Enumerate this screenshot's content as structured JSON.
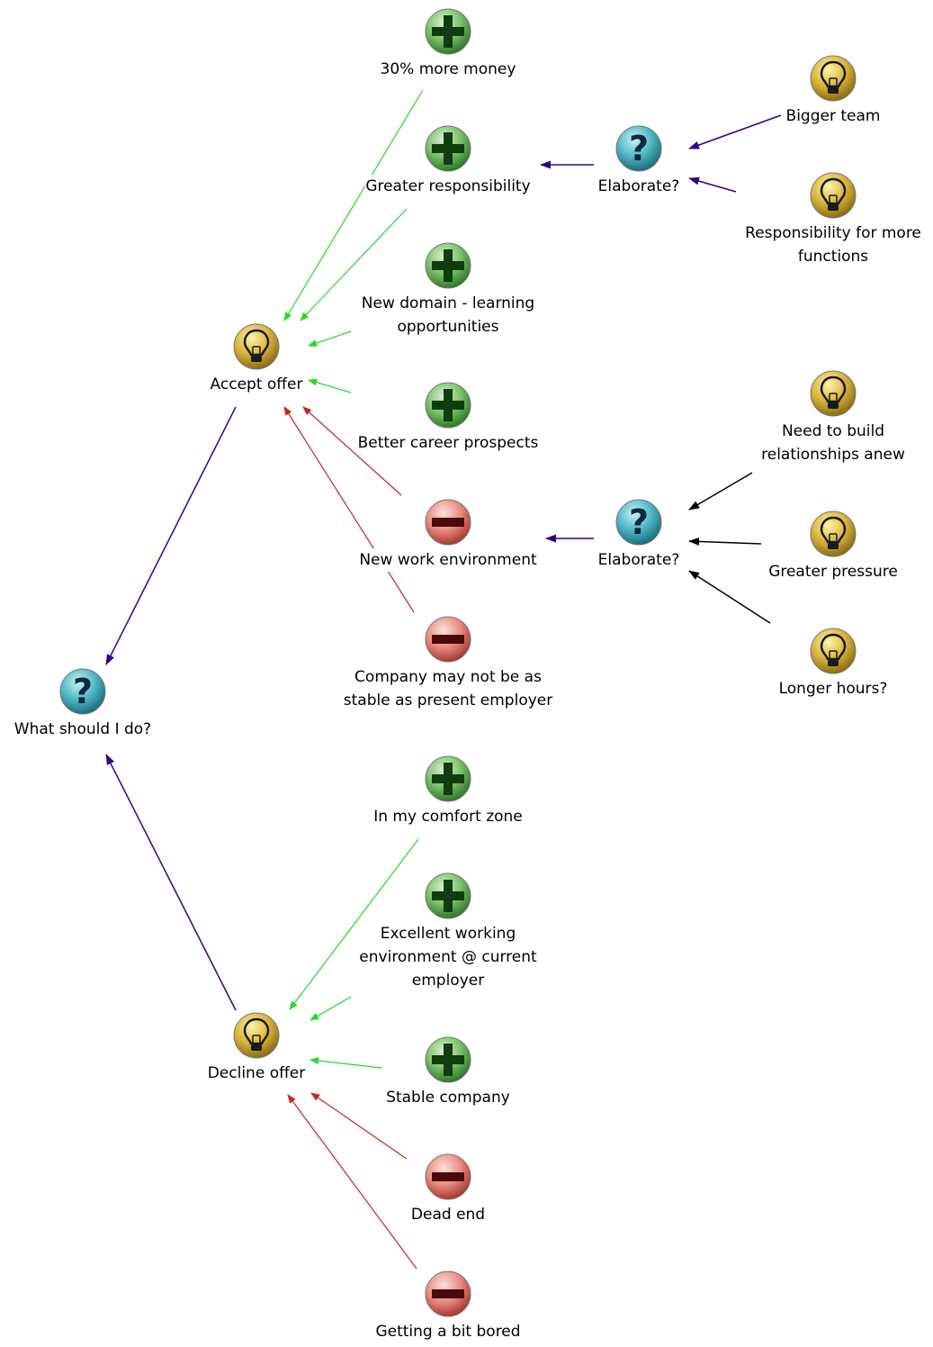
{
  "colors": {
    "supports": "#22dd22",
    "opposes": "#cc2222",
    "responds": "#330088",
    "relates": "#000000"
  },
  "nodes": [
    {
      "id": "root",
      "type": "question",
      "icon": "question-icon",
      "label": "What should I do?"
    },
    {
      "id": "accept",
      "type": "idea",
      "icon": "lightbulb-icon",
      "label": "Accept offer"
    },
    {
      "id": "decline",
      "type": "idea",
      "icon": "lightbulb-icon",
      "label": "Decline offer"
    },
    {
      "id": "money",
      "type": "pro",
      "icon": "plus-icon",
      "label": "30% more money"
    },
    {
      "id": "resp",
      "type": "pro",
      "icon": "plus-icon",
      "label": "Greater responsibility"
    },
    {
      "id": "domain",
      "type": "pro",
      "icon": "plus-icon",
      "label": "New domain - learning\nopportunities"
    },
    {
      "id": "career",
      "type": "pro",
      "icon": "plus-icon",
      "label": "Better career prospects"
    },
    {
      "id": "newenv",
      "type": "con",
      "icon": "minus-icon",
      "label": "New work environment"
    },
    {
      "id": "stable_con",
      "type": "con",
      "icon": "minus-icon",
      "label": "Company may not be as\nstable as present employer"
    },
    {
      "id": "elab1",
      "type": "question",
      "icon": "question-icon",
      "label": "Elaborate?"
    },
    {
      "id": "bigteam",
      "type": "idea",
      "icon": "lightbulb-icon",
      "label": "Bigger team"
    },
    {
      "id": "morefunc",
      "type": "idea",
      "icon": "lightbulb-icon",
      "label": "Responsibility for more\nfunctions"
    },
    {
      "id": "elab2",
      "type": "question",
      "icon": "question-icon",
      "label": "Elaborate?"
    },
    {
      "id": "relations",
      "type": "idea",
      "icon": "lightbulb-icon",
      "label": "Need to build\nrelationships anew"
    },
    {
      "id": "pressure",
      "type": "idea",
      "icon": "lightbulb-icon",
      "label": "Greater pressure"
    },
    {
      "id": "hours",
      "type": "idea",
      "icon": "lightbulb-icon",
      "label": "Longer hours?"
    },
    {
      "id": "comfort",
      "type": "pro",
      "icon": "plus-icon",
      "label": "In my comfort zone"
    },
    {
      "id": "excellent",
      "type": "pro",
      "icon": "plus-icon",
      "label": "Excellent working\nenvironment @ current\nemployer"
    },
    {
      "id": "stablepro",
      "type": "pro",
      "icon": "plus-icon",
      "label": "Stable company"
    },
    {
      "id": "deadend",
      "type": "con",
      "icon": "minus-icon",
      "label": "Dead end"
    },
    {
      "id": "bored",
      "type": "con",
      "icon": "minus-icon",
      "label": "Getting a bit bored"
    }
  ],
  "edges": [
    {
      "from": "accept",
      "to": "root",
      "kind": "responds"
    },
    {
      "from": "decline",
      "to": "root",
      "kind": "responds"
    },
    {
      "from": "money",
      "to": "accept",
      "kind": "supports"
    },
    {
      "from": "resp",
      "to": "accept",
      "kind": "supports"
    },
    {
      "from": "domain",
      "to": "accept",
      "kind": "supports"
    },
    {
      "from": "career",
      "to": "accept",
      "kind": "supports"
    },
    {
      "from": "newenv",
      "to": "accept",
      "kind": "opposes"
    },
    {
      "from": "stable_con",
      "to": "accept",
      "kind": "opposes"
    },
    {
      "from": "elab1",
      "to": "resp",
      "kind": "responds"
    },
    {
      "from": "bigteam",
      "to": "elab1",
      "kind": "responds"
    },
    {
      "from": "morefunc",
      "to": "elab1",
      "kind": "responds"
    },
    {
      "from": "elab2",
      "to": "newenv",
      "kind": "responds"
    },
    {
      "from": "relations",
      "to": "elab2",
      "kind": "relates"
    },
    {
      "from": "pressure",
      "to": "elab2",
      "kind": "relates"
    },
    {
      "from": "hours",
      "to": "elab2",
      "kind": "relates"
    },
    {
      "from": "comfort",
      "to": "decline",
      "kind": "supports"
    },
    {
      "from": "excellent",
      "to": "decline",
      "kind": "supports"
    },
    {
      "from": "stablepro",
      "to": "decline",
      "kind": "supports"
    },
    {
      "from": "deadend",
      "to": "decline",
      "kind": "opposes"
    },
    {
      "from": "bored",
      "to": "decline",
      "kind": "opposes"
    }
  ]
}
